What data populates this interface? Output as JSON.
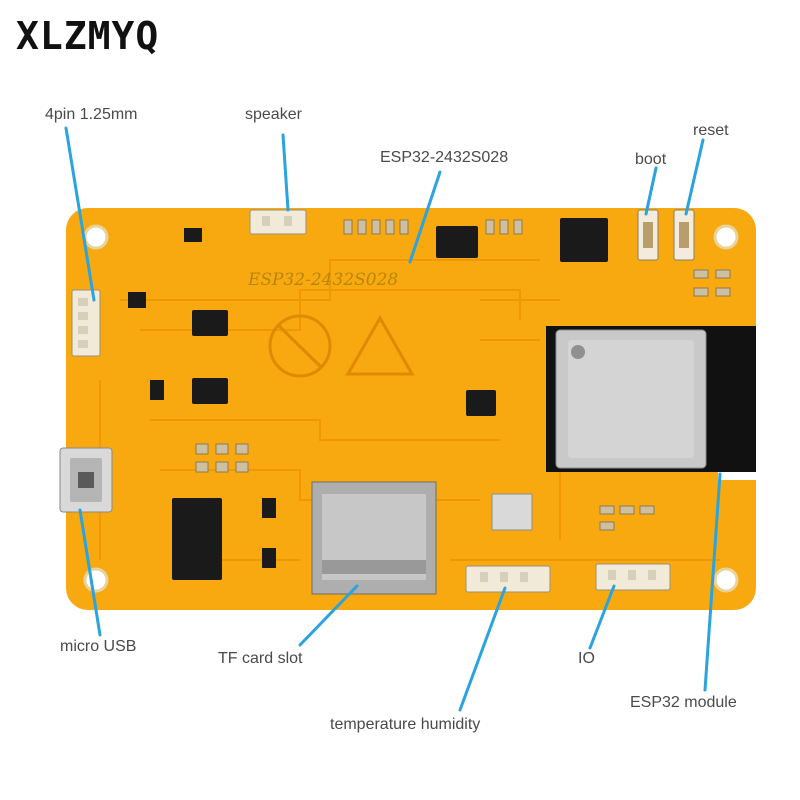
{
  "brand": "XLZMYQ",
  "board_silkscreen": "ESP32-2432S028",
  "colors": {
    "pcb": "#f7a90f",
    "trace": "#f59a00",
    "callout": "#2aa3df",
    "module": "#c9c9c9",
    "antenna": "#111111"
  },
  "labels": {
    "pin4": "4pin 1.25mm",
    "speaker": "speaker",
    "board_name": "ESP32-2432S028",
    "boot": "boot",
    "reset": "reset",
    "micro_usb": "micro USB",
    "tf_card": "TF card slot",
    "io": "IO",
    "esp32_module": "ESP32 module",
    "temp_humidity": "temperature humidity"
  }
}
